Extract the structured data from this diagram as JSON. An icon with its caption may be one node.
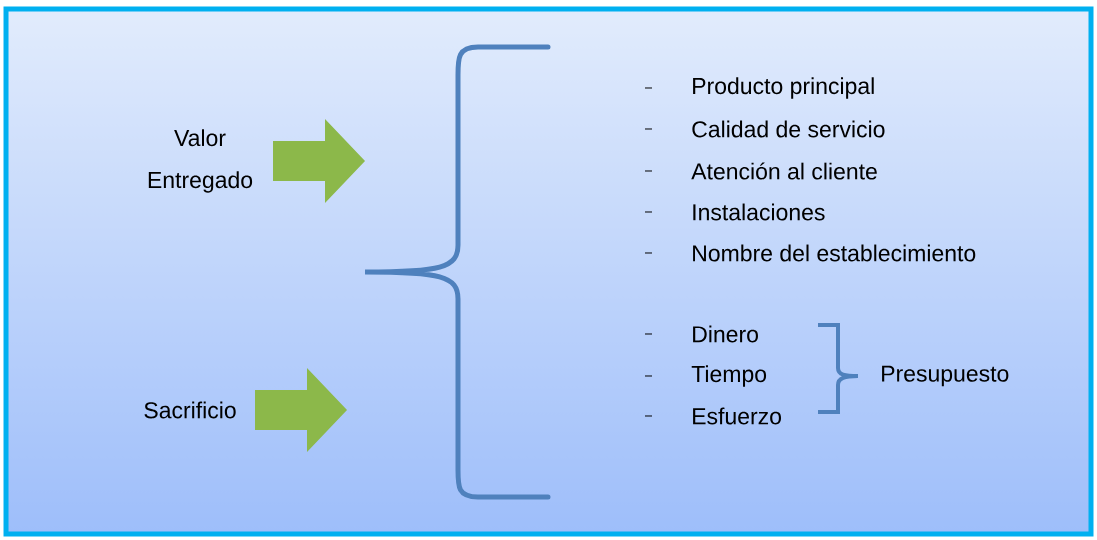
{
  "diagram": {
    "nodes": [
      {
        "text": [
          "Valor Entregado"
        ]
      },
      {
        "text": [
          "Sacrificio"
        ]
      }
    ],
    "edges": [
      {
        "from": 0,
        "to": null,
        "arrow": "to"
      },
      {
        "from": 1,
        "to": null,
        "arrow": "to"
      }
    ],
    "labels": [
      "Producto principal",
      "Calidad de servicio",
      "Atención al cliente",
      "Instalaciones",
      "Nombre del establecimiento",
      "Dinero",
      "Tiempo",
      "Esfuerzo",
      "Presupuesto"
    ]
  }
}
